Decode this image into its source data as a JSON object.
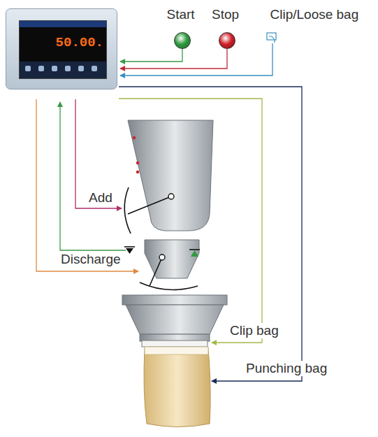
{
  "diagram": {
    "nodes": [
      {
        "text": [
          "50.00."
        ]
      },
      {
        "text": [
          "Start"
        ]
      },
      {
        "text": [
          "Stop"
        ]
      },
      {
        "text": [
          "Clip/Loose bag"
        ]
      }
    ],
    "edges": [
      {
        "from": 1,
        "to": 0,
        "arrow": "to"
      },
      {
        "from": 2,
        "to": 0,
        "arrow": "to"
      },
      {
        "from": 3,
        "to": 0,
        "arrow": "to"
      }
    ],
    "labels": [
      "Add",
      "Discharge",
      "Clip bag",
      "Punching bag"
    ]
  }
}
